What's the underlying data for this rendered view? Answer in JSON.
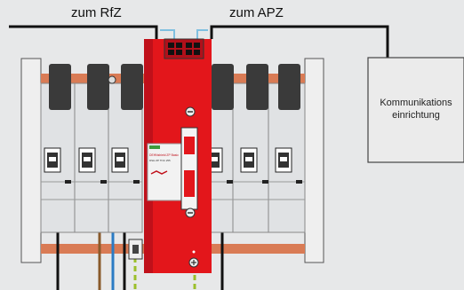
{
  "labels": {
    "rfz": "zum RfZ",
    "apz": "zum APZ"
  },
  "communication_device": {
    "line1": "Kommunikations",
    "line2": "einrichtung"
  },
  "device_label": {
    "title": "DEHNshield ZP Basic",
    "sub": "DSH ZP TNC 255"
  },
  "colors": {
    "background": "#e7e8e9",
    "module_red": "#e3161b",
    "module_dark_red": "#c0101a",
    "bar_orange": "#d97b55",
    "breaker_gray": "#e0e2e4",
    "rail_gray": "#eeeeee",
    "cable_black": "#111111",
    "cable_blue": "#2a7bc4",
    "cable_brown": "#8a5a2b",
    "cable_green_yellow": "#9bbf2a",
    "signal_blue": "#7fbfe0"
  }
}
